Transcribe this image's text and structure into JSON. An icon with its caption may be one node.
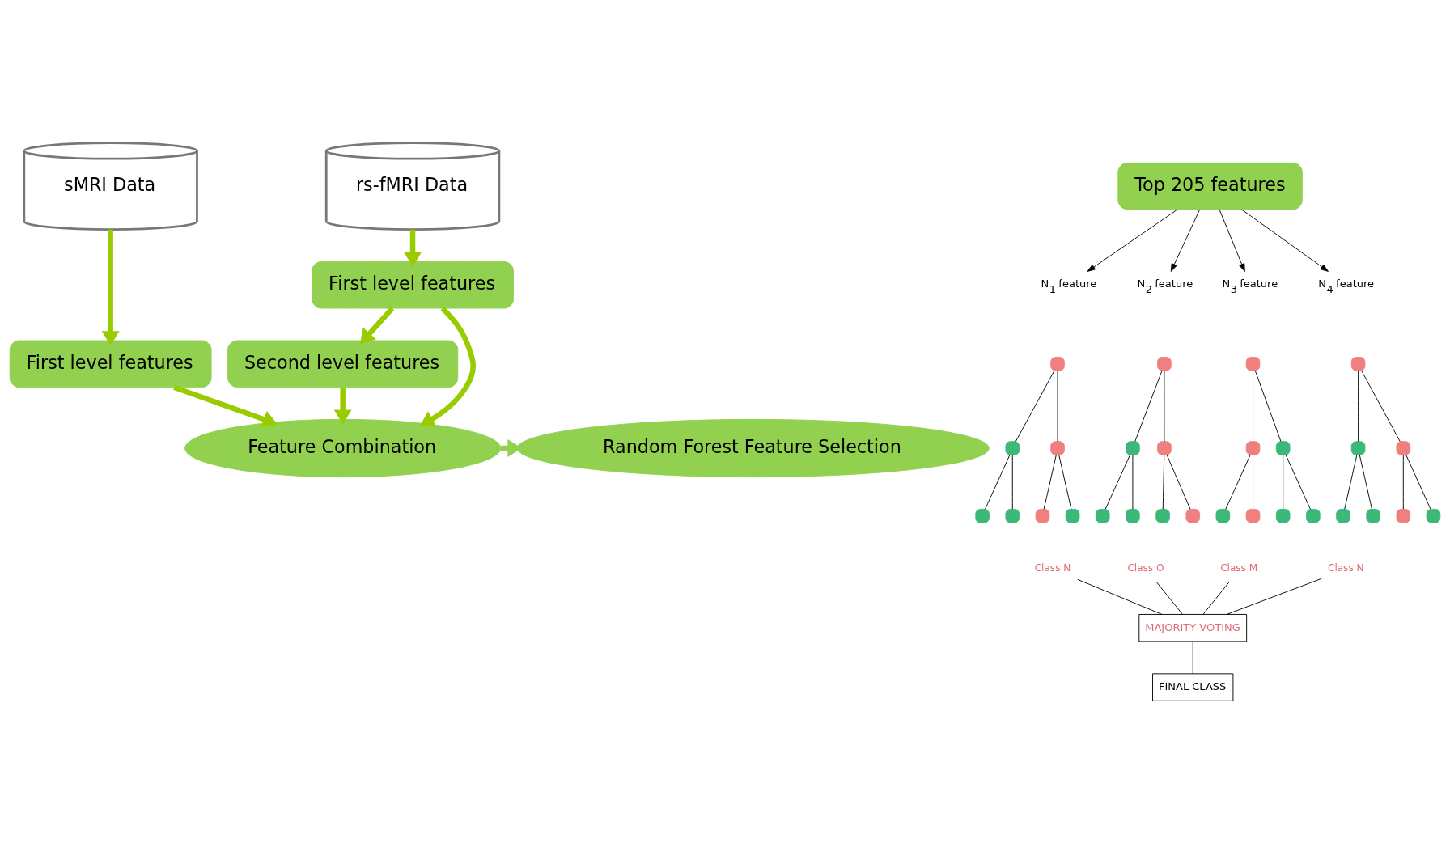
{
  "diagram": {
    "nodes": [
      {
        "text": [
          "sMRI Data"
        ]
      },
      {
        "text": [
          "rs-fMRI Data"
        ]
      },
      {
        "text": [
          "Top 205 features"
        ]
      },
      {
        "text": [
          "N$_{1}$ feature"
        ]
      },
      {
        "text": [
          "N$_{2}$ feature"
        ]
      },
      {
        "text": [
          "N$_{3}$ feature"
        ]
      },
      {
        "text": [
          "N$_{4}$ feature"
        ]
      },
      {
        "text": [],
        "shape": "box"
      },
      {
        "text": [],
        "shape": "box"
      },
      {
        "text": [],
        "shape": "box"
      },
      {
        "text": [],
        "shape": "box"
      },
      {
        "text": [],
        "shape": "box"
      },
      {
        "text": [],
        "shape": "box"
      },
      {
        "text": [],
        "shape": "box"
      },
      {
        "text": [],
        "shape": "box"
      },
      {
        "text": [],
        "shape": "box"
      },
      {
        "text": [],
        "shape": "box"
      },
      {
        "text": [],
        "shape": "box"
      },
      {
        "text": [],
        "shape": "box"
      },
      {
        "text": [],
        "shape": "box"
      },
      {
        "text": [],
        "shape": "box"
      },
      {
        "text": [],
        "shape": "box"
      },
      {
        "text": [],
        "shape": "box"
      },
      {
        "text": [],
        "shape": "box"
      },
      {
        "text": [],
        "shape": "box"
      },
      {
        "text": [],
        "shape": "box"
      },
      {
        "text": [],
        "shape": "box"
      },
      {
        "text": [],
        "shape": "box"
      },
      {
        "text": [],
        "shape": "box"
      },
      {
        "text": [],
        "shape": "box"
      },
      {
        "text": [],
        "shape": "box"
      },
      {
        "text": [],
        "shape": "box"
      },
      {
        "text": [],
        "shape": "box"
      },
      {
        "text": [],
        "shape": "box"
      },
      {
        "text": [],
        "shape": "box"
      },
      {
        "text": [
          "First level features"
        ]
      },
      {
        "text": [
          "First level features"
        ]
      },
      {
        "text": [
          "Class N"
        ]
      },
      {
        "text": [
          "Class O"
        ]
      },
      {
        "text": [
          "Class M"
        ]
      },
      {
        "text": [
          "Class N"
        ]
      },
      {
        "text": [
          "Second level features"
        ]
      },
      {
        "text": [
          "MAJORITY VOTING"
        ]
      },
      {
        "text": [
          "FINAL CLASS"
        ]
      },
      {
        "text": [
          "Feature Combination"
        ]
      },
      {
        "text": [
          "Random Forest Feature Selection"
        ]
      }
    ],
    "edges": [
      {
        "from": 0,
        "to": 35,
        "arrow": "to",
        "style": "thick",
        "color": "#99cc00"
      },
      {
        "from": 1,
        "to": 36,
        "arrow": "to",
        "style": "thick",
        "color": "#99cc00"
      },
      {
        "from": 35,
        "to": 44,
        "arrow": "to",
        "style": "thick",
        "color": "#99cc00"
      },
      {
        "from": 36,
        "to": 44,
        "arrow": "to",
        "style": "thick",
        "color": "#99cc00"
      },
      {
        "from": 36,
        "to": 41,
        "arrow": "to",
        "style": "thick",
        "color": "#99cc00"
      },
      {
        "from": 41,
        "to": 44,
        "arrow": "to",
        "style": "thick",
        "color": "#99cc00"
      },
      {
        "from": 44,
        "to": 45,
        "arrow": "to",
        "style": "thick",
        "color": "#92d050"
      },
      {
        "from": 2,
        "to": 3,
        "arrow": "to"
      },
      {
        "from": 2,
        "to": 4,
        "arrow": "to"
      },
      {
        "from": 2,
        "to": 5,
        "arrow": "to"
      },
      {
        "from": 2,
        "to": 6,
        "arrow": "to"
      },
      {
        "from": 7,
        "to": 8,
        "arrow": "none"
      },
      {
        "from": 7,
        "to": 9,
        "arrow": "none"
      },
      {
        "from": 8,
        "to": 10,
        "arrow": "none"
      },
      {
        "from": 8,
        "to": 11,
        "arrow": "none"
      },
      {
        "from": 9,
        "to": 12,
        "arrow": "none"
      },
      {
        "from": 9,
        "to": 13,
        "arrow": "none"
      },
      {
        "from": 14,
        "to": 15,
        "arrow": "none"
      },
      {
        "from": 14,
        "to": 16,
        "arrow": "none"
      },
      {
        "from": 15,
        "to": 17,
        "arrow": "none"
      },
      {
        "from": 15,
        "to": 18,
        "arrow": "none"
      },
      {
        "from": 16,
        "to": 19,
        "arrow": "none"
      },
      {
        "from": 16,
        "to": 20,
        "arrow": "none"
      },
      {
        "from": 21,
        "to": 22,
        "arrow": "none"
      },
      {
        "from": 21,
        "to": 23,
        "arrow": "none"
      },
      {
        "from": 22,
        "to": 24,
        "arrow": "none"
      },
      {
        "from": 22,
        "to": 25,
        "arrow": "none"
      },
      {
        "from": 23,
        "to": 26,
        "arrow": "none"
      },
      {
        "from": 23,
        "to": 27,
        "arrow": "none"
      },
      {
        "from": 28,
        "to": 29,
        "arrow": "none"
      },
      {
        "from": 28,
        "to": 30,
        "arrow": "none"
      },
      {
        "from": 29,
        "to": 31,
        "arrow": "none"
      },
      {
        "from": 29,
        "to": 32,
        "arrow": "none"
      },
      {
        "from": 30,
        "to": 33,
        "arrow": "none"
      },
      {
        "from": 30,
        "to": 34,
        "arrow": "none"
      },
      {
        "from": 37,
        "to": 42,
        "arrow": "none"
      },
      {
        "from": 38,
        "to": 42,
        "arrow": "none"
      },
      {
        "from": 39,
        "to": 42,
        "arrow": "none"
      },
      {
        "from": 40,
        "to": 42,
        "arrow": "none"
      },
      {
        "from": 42,
        "to": 43,
        "arrow": "none"
      }
    ]
  }
}
